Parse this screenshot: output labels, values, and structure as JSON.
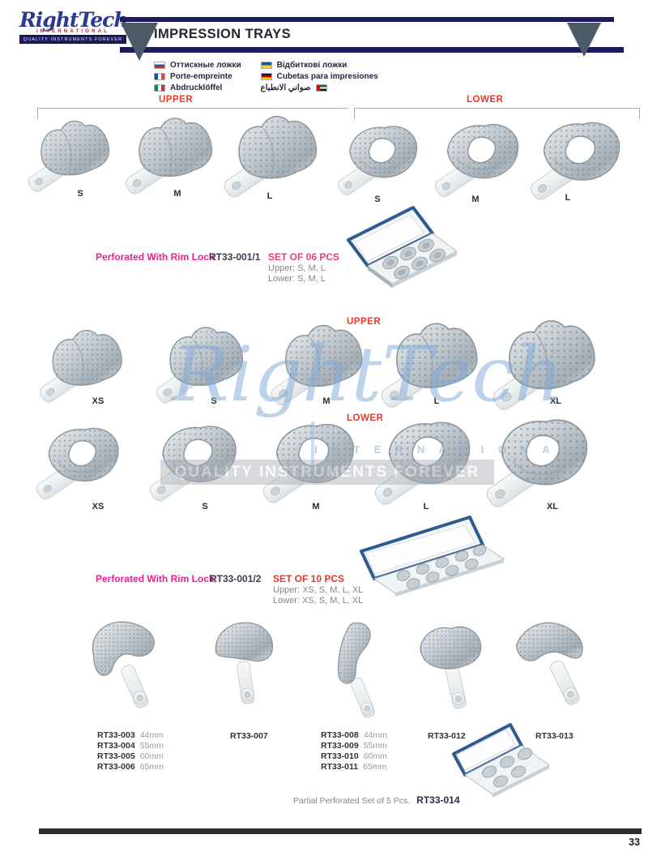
{
  "header": {
    "logo": {
      "brand": "RightTech",
      "subtitle": "INTERNATIONAL",
      "tagline": "QUALITY INSTRUMENTS FOREVER"
    },
    "title": "IMPRESSION TRAYS"
  },
  "legend": [
    {
      "flag": "ru",
      "label": "Оттискные ложки"
    },
    {
      "flag": "fr",
      "label": "Porte-empreinte"
    },
    {
      "flag": "it",
      "label": "Abdrucklöffel"
    },
    {
      "flag": "ua",
      "label": "Відбиткові ложки"
    },
    {
      "flag": "de",
      "label": "Cubetas para impresiones"
    },
    {
      "flag": "ae",
      "label": "صواني الانطباع"
    }
  ],
  "row1": {
    "upper_label": "UPPER",
    "lower_label": "LOWER",
    "upper_sizes": [
      "S",
      "M",
      "L"
    ],
    "lower_sizes": [
      "S",
      "M",
      "L"
    ]
  },
  "set1": {
    "name": "Perforated With Rim Lock",
    "code": "RT33-001/1",
    "pcs": "SET OF 06 PCS",
    "upper": "Upper: S, M, L",
    "lower": "Lower: S, M, L"
  },
  "row2": {
    "label": "UPPER",
    "sizes": [
      "XS",
      "S",
      "M",
      "L",
      "XL"
    ]
  },
  "row3": {
    "label": "LOWER",
    "sizes": [
      "XS",
      "S",
      "M",
      "L",
      "XL"
    ]
  },
  "set2": {
    "name": "Perforated With Rim Lock",
    "code": "RT33-001/2",
    "pcs": "SET OF 10 PCS",
    "upper": "Upper: XS, S, M, L, XL",
    "lower": "Lower: XS, S, M, L, XL"
  },
  "partials": {
    "left_column": [
      {
        "code": "RT33-003",
        "size": "44mm"
      },
      {
        "code": "RT33-004",
        "size": "55mm"
      },
      {
        "code": "RT33-005",
        "size": "60mm"
      },
      {
        "code": "RT33-006",
        "size": "65mm"
      }
    ],
    "code_007": "RT33-007",
    "mid_column": [
      {
        "code": "RT33-008",
        "size": "44mm"
      },
      {
        "code": "RT33-009",
        "size": "55mm"
      },
      {
        "code": "RT33-010",
        "size": "60mm"
      },
      {
        "code": "RT33-011",
        "size": "65mm"
      }
    ],
    "code_012": "RT33-012",
    "code_013": "RT33-013",
    "set_caption": "Partial Perforated Set of 5 Pcs.",
    "set_code": "RT33-014"
  },
  "watermark": {
    "brand": "RightTech",
    "subtitle": "I N T E R N A T I O N A L",
    "tagline": "QUALITY INSTRUMENTS FOREVER"
  },
  "footer": {
    "page": "33"
  },
  "colors": {
    "navy": "#1b1b5e",
    "red": "#e8392a",
    "magenta": "#ee1f8e",
    "pink_red": "#f23a7d",
    "set_red": "#dd3a2e",
    "triangle_slate": "#4b5a66",
    "box_blue": "#2e5b91"
  }
}
